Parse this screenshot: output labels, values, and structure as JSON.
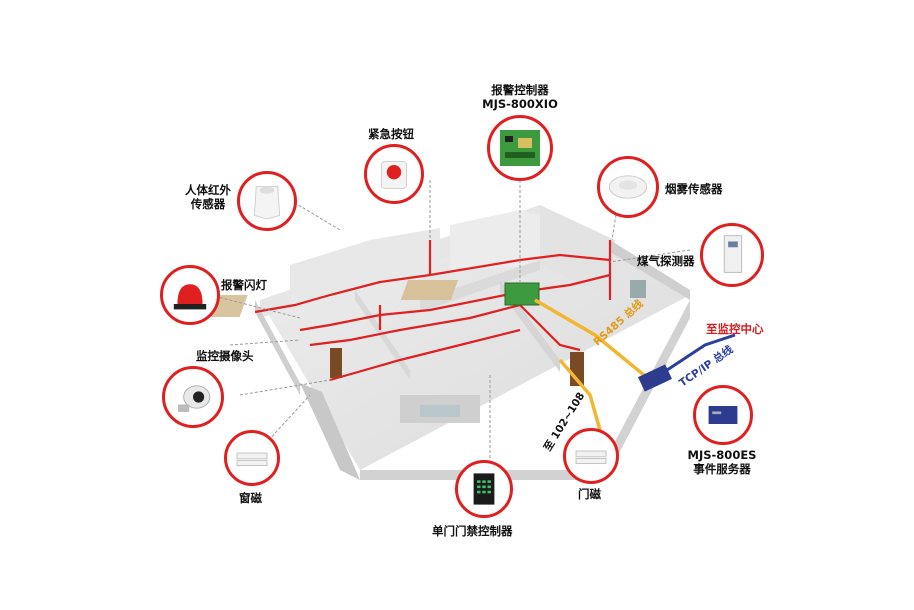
{
  "labels": {
    "controller_title": "报警控制器",
    "controller_model": "MJS-800XIO",
    "emergency_button": "紧急按钮",
    "pir_sensor_line1": "人体红外",
    "pir_sensor_line2": "传感器",
    "smoke_sensor": "烟雾传感器",
    "gas_detector": "煤气探测器",
    "alarm_light": "报警闪灯",
    "camera": "监控摄像头",
    "window_magnet": "窗磁",
    "door_magnet": "门磁",
    "access_controller": "单门门禁控制器",
    "event_server_model": "MJS-800ES",
    "event_server_name": "事件服务器",
    "to_monitoring_center": "至监控中心",
    "rs485_bus": "RS485 总线",
    "tcpip_bus": "TCP/IP 总线",
    "to_102_108": "至 102~108"
  },
  "colors": {
    "ring": "#e02020",
    "alarm_wire": "#e02020",
    "rs485_wire": "#f2b632",
    "tcpip_wire": "#2b3f9c",
    "to_center_text": "#d81e1e"
  }
}
